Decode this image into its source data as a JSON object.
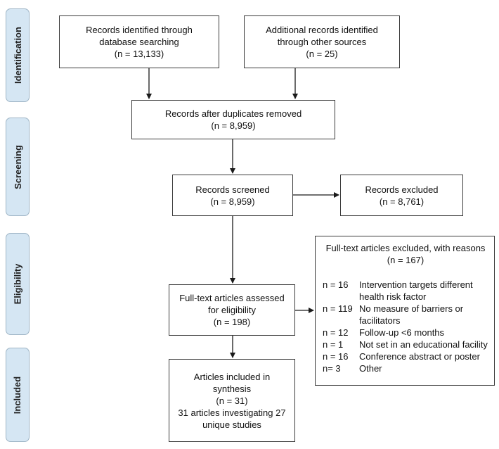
{
  "stages": {
    "identification": "Identification",
    "screening": "Screening",
    "eligibility": "Eligibility",
    "included": "Included"
  },
  "boxes": {
    "database_search": {
      "line1": "Records identified through",
      "line2": "database searching",
      "count": "(n = 13,133)"
    },
    "other_sources": {
      "line1": "Additional records identified",
      "line2": "through other sources",
      "count": "(n = 25)"
    },
    "after_duplicates": {
      "line1": "Records after duplicates removed",
      "count": "(n = 8,959)"
    },
    "screened": {
      "line1": "Records screened",
      "count": "(n = 8,959)"
    },
    "excluded": {
      "line1": "Records excluded",
      "count": "(n = 8,761)"
    },
    "full_text_assessed": {
      "line1": "Full-text articles assessed",
      "line2": "for eligibility",
      "count": "(n = 198)"
    },
    "included": {
      "line1": "Articles included in",
      "line2": "synthesis",
      "count": "(n = 31)",
      "line3": "31 articles investigating 27",
      "line4": "unique studies"
    }
  },
  "full_text_excluded": {
    "title": "Full-text articles excluded, with reasons",
    "count": "(n = 167)",
    "reasons": [
      {
        "n": "n = 16",
        "text": "Intervention targets different health risk factor"
      },
      {
        "n": "n = 119",
        "text": "No measure of barriers or facilitators"
      },
      {
        "n": "n = 12",
        "text": "Follow-up <6 months"
      },
      {
        "n": "n = 1",
        "text": "Not set in an educational facility"
      },
      {
        "n": "n = 16",
        "text": "Conference abstract or poster"
      },
      {
        "n": "n= 3",
        "text": "Other"
      }
    ]
  }
}
